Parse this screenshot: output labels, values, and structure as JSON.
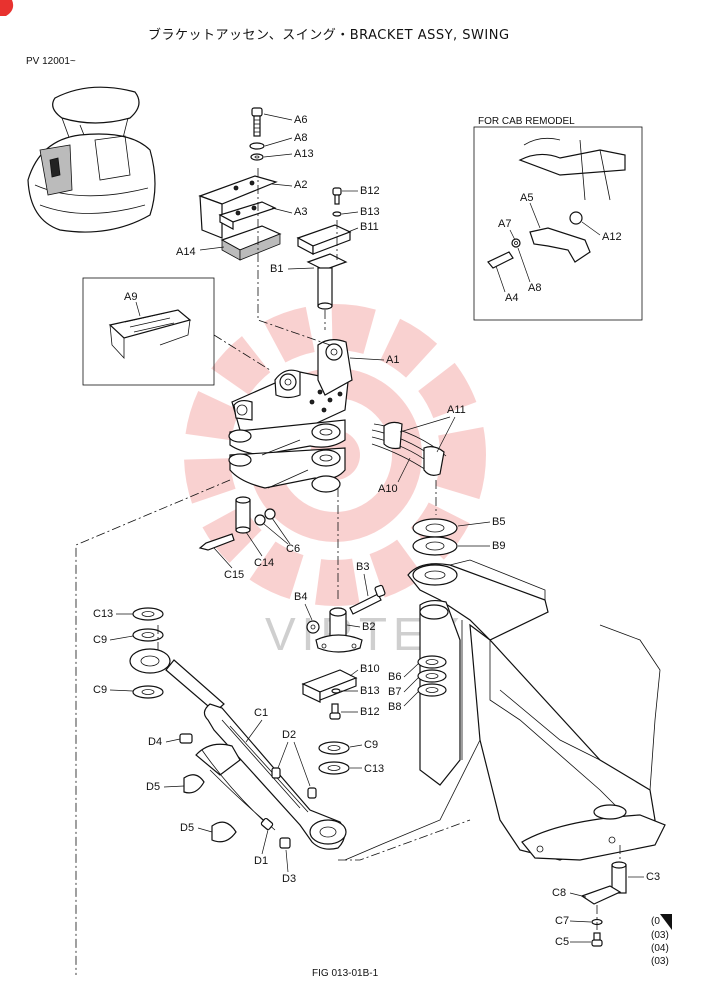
{
  "title": "ブラケットアッセン、スイング・BRACKET ASSY, SWING",
  "serial_range": "PV 12001~",
  "inset_label": "FOR CAB REMODEL",
  "watermark": "VIRTEX",
  "figure_id": "FIG 013-01B-1",
  "footnotes": [
    "(03)",
    "(04)",
    "(03)"
  ],
  "footnote_partial": "(0",
  "brand_color": "#e8322f",
  "labels": {
    "A6": "A6",
    "A8": "A8",
    "A13": "A13",
    "A2": "A2",
    "A3": "A3",
    "A14": "A14",
    "B12": "B12",
    "B13": "B13",
    "B11": "B11",
    "B1": "B1",
    "A5": "A5",
    "A7": "A7",
    "A12": "A12",
    "A8i": "A8",
    "A4": "A4",
    "A9": "A9",
    "A1": "A1",
    "A11": "A11",
    "A10": "A10",
    "C6": "C6",
    "C14": "C14",
    "C15": "C15",
    "B5": "B5",
    "B9": "B9",
    "B3": "B3",
    "B4": "B4",
    "B2": "B2",
    "C13a": "C13",
    "C9a": "C9",
    "C9b": "C9",
    "B10": "B10",
    "B13b": "B13",
    "B12b": "B12",
    "B6": "B6",
    "B7": "B7",
    "B8": "B8",
    "C1": "C1",
    "D2": "D2",
    "D4": "D4",
    "C9c": "C9",
    "C13b": "C13",
    "D5a": "D5",
    "D5b": "D5",
    "D1": "D1",
    "D3": "D3",
    "C3": "C3",
    "C8": "C8",
    "C7": "C7",
    "C5": "C5"
  }
}
